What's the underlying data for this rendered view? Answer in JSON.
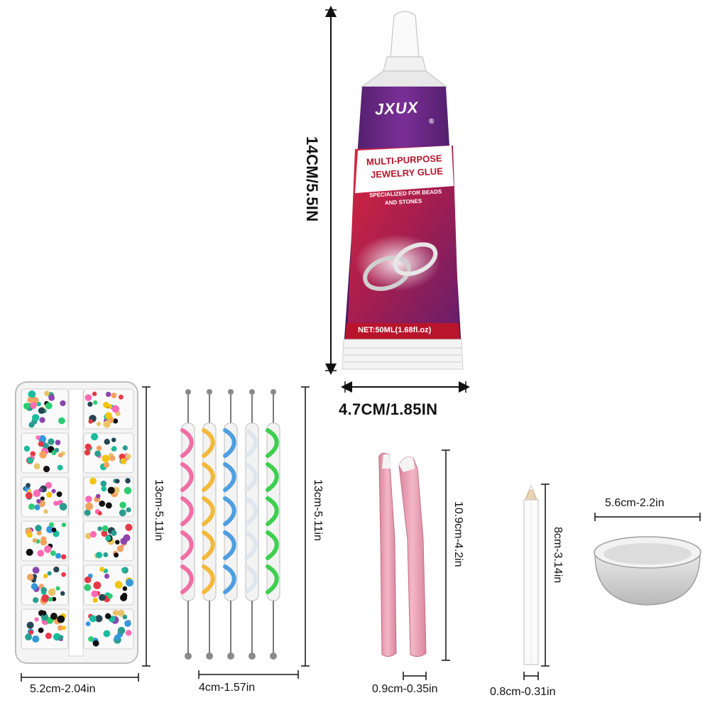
{
  "glue": {
    "brand": "JXUX",
    "registered": "®",
    "title_line1": "MULTI-PURPOSE",
    "title_line2": "JEWELRY GLUE",
    "subtitle_line1": "SPECIALIZED FOR BEADS",
    "subtitle_line2": "AND STONES",
    "net": "NET:50ML(1.68fl.oz)",
    "height_label": "14CM/5.5IN",
    "width_label": "4.7CM/1.85IN"
  },
  "rhinestone_box": {
    "height_label": "13cm-5.11in",
    "width_label": "5.2cm-2.04in"
  },
  "dotting_tools": {
    "height_label": "13cm-5.11in",
    "width_label": "4cm-1.57in",
    "colors": [
      "#ef6fa6",
      "#f2b93b",
      "#4f9fe0",
      "#dfe6ee",
      "#3ecf4f"
    ]
  },
  "tweezers": {
    "height_label": "10.9cm-4.2in",
    "width_label": "0.9cm-0.35in"
  },
  "pencil": {
    "height_label": "8cm-3.14in",
    "width_label": "0.8cm-0.31in"
  },
  "bowl": {
    "width_label": "5.6cm-2.2in"
  },
  "colors": {
    "purple": "#6a2a86",
    "red": "#b8152c",
    "pink": "#e58da8"
  }
}
